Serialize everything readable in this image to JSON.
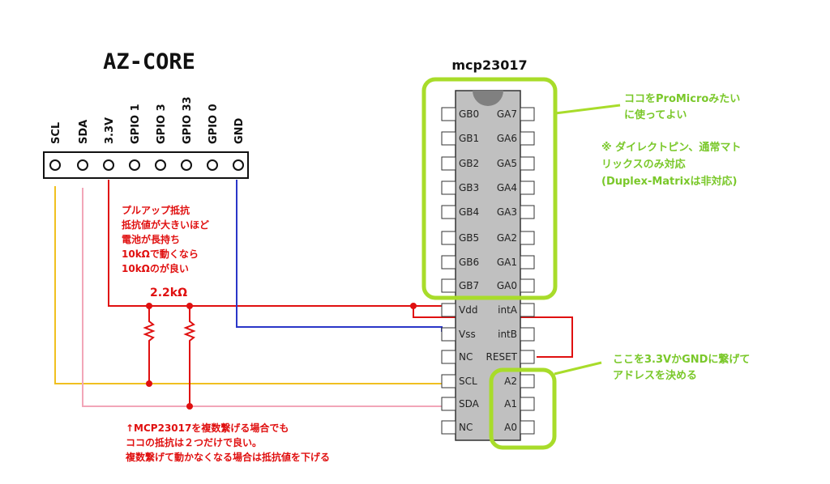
{
  "az_core": {
    "title": "AZ-CORE",
    "pins": [
      "SCL",
      "SDA",
      "3.3V",
      "GPIO 1",
      "GPIO 3",
      "GPIO 33",
      "GPIO 0",
      "GND"
    ]
  },
  "mcp": {
    "title": "mcp23017",
    "left_pins": [
      "GB0",
      "GB1",
      "GB2",
      "GB3",
      "GB4",
      "GB5",
      "GB6",
      "GB7",
      "Vdd",
      "Vss",
      "NC",
      "SCL",
      "SDA",
      "NC"
    ],
    "right_pins": [
      "GA7",
      "GA6",
      "GA5",
      "GA4",
      "GA3",
      "GA2",
      "GA1",
      "GA0",
      "intA",
      "intB",
      "RESET",
      "A2",
      "A1",
      "A0"
    ]
  },
  "resistor_label": "2.2kΩ",
  "notes": {
    "pullup": [
      "プルアップ抵抗",
      "抵抗値が大きいほど",
      "電池が長持ち",
      "10kΩで動くなら",
      "10kΩのが良い"
    ],
    "gpio": [
      "ココをProMicroみたい",
      "に使ってよい"
    ],
    "matrix": [
      "※ ダイレクトピン、通常マト",
      "リックスのみ対応",
      "(Duplex-Matrixは非対応)"
    ],
    "address": [
      "ここを3.3VかGNDに繋げて",
      "アドレスを決める"
    ],
    "multiple": [
      "↑MCP23017を複数繋げる場合でも",
      "ココの抵抗は２つだけで良い。",
      "複数繋げて動かなくなる場合は抵抗値を下げる"
    ]
  },
  "colors": {
    "red_wire": "#e01010",
    "blue_wire": "#2a36c8",
    "yellow_wire": "#f0c020",
    "pink_wire": "#f2a6b8",
    "green_highlight": "#a8dc2a",
    "chip_body": "#c0c0c0"
  }
}
